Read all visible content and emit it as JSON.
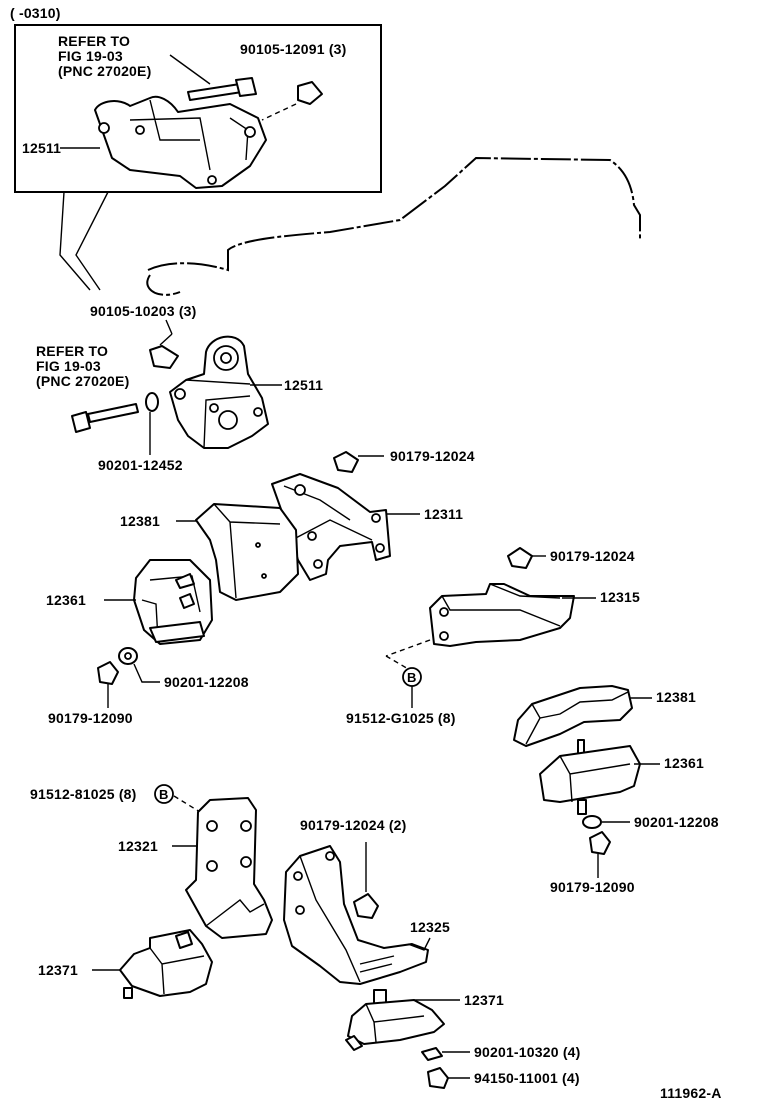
{
  "header": {
    "range": "(        -0310)"
  },
  "notes": {
    "refer_top": [
      "REFER TO",
      "FIG 19-03",
      "(PNC 27020E)"
    ],
    "refer_mid": [
      "REFER TO",
      "FIG 19-03",
      "(PNC 27020E)"
    ]
  },
  "callout": {
    "symbol": "B"
  },
  "labels": {
    "p90105_12091": "90105-12091 (3)",
    "p12511_top": "12511",
    "p90105_10203": "90105-10203 (3)",
    "p12511_mid": "12511",
    "p90201_12452": "90201-12452",
    "p90179_12024_a": "90179-12024",
    "p12381_left": "12381",
    "p12311": "12311",
    "p12361_left": "12361",
    "p90179_12024_b": "90179-12024",
    "p12315": "12315",
    "p90201_12208_left": "90201-12208",
    "p90179_12090_left": "90179-12090",
    "p91512_G1025": "91512-G1025 (8)",
    "p12381_right": "12381",
    "p12361_right": "12361",
    "p91512_81025": "91512-81025 (8)",
    "p90201_12208_right": "90201-12208",
    "p12321": "12321",
    "p90179_12024_c": "90179-12024 (2)",
    "p90179_12090_right": "90179-12090",
    "p12325": "12325",
    "p12371_left": "12371",
    "p12371_right": "12371",
    "p90201_10320": "90201-10320 (4)",
    "p94150_11001": "94150-11001 (4)"
  },
  "footer": {
    "code": "111962-A"
  }
}
